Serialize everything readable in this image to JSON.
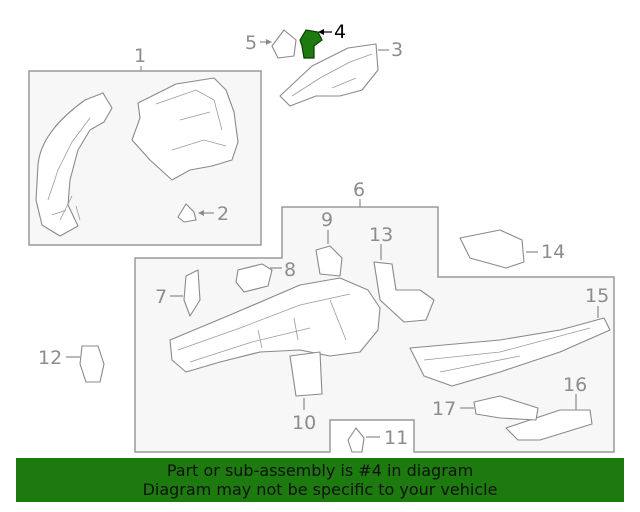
{
  "callouts": {
    "c1": "1",
    "c2": "2",
    "c3": "3",
    "c4": "4",
    "c5": "5",
    "c6": "6",
    "c7": "7",
    "c8": "8",
    "c9": "9",
    "c10": "10",
    "c11": "11",
    "c12": "12",
    "c13": "13",
    "c14": "14",
    "c15": "15",
    "c16": "16",
    "c17": "17"
  },
  "highlighted_part": "4",
  "highlight_color": "#1d7a0f",
  "banner": {
    "line1": "Part or sub-assembly is #4 in diagram",
    "line2": "Diagram may not be specific to your vehicle",
    "background": "#1d7a0f"
  }
}
